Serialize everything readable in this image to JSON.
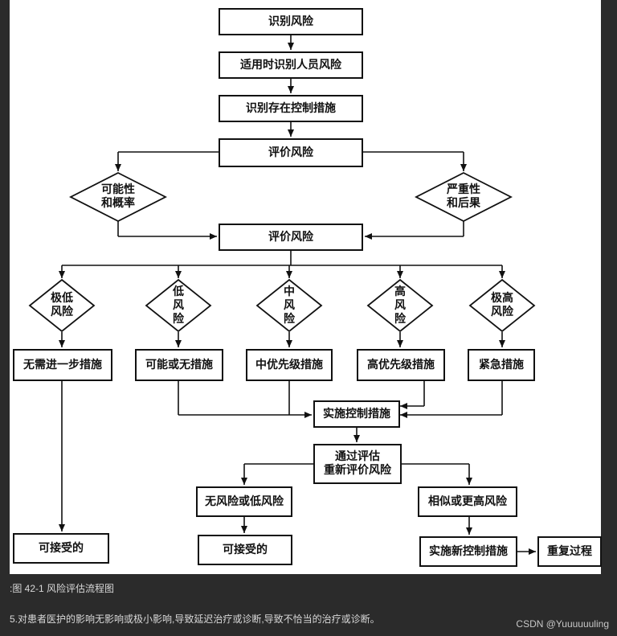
{
  "flowchart": {
    "boxes": {
      "identify_risk": "识别风险",
      "identify_personnel_risk": "适用时识别人员风险",
      "identify_controls": "识别存在控制措施",
      "evaluate_risk_1": "评价风险",
      "evaluate_risk_2": "评价风险",
      "no_further_action": "无需进一步措施",
      "possible_or_no_action": "可能或无措施",
      "medium_priority_action": "中优先级措施",
      "high_priority_action": "高优先级措施",
      "urgent_action": "紧急措施",
      "implement_controls": "实施控制措施",
      "reassess": "通过评估\n重新评价风险",
      "no_or_low_risk": "无风险或低风险",
      "similar_or_higher_risk": "相似或更高风险",
      "acceptable_1": "可接受的",
      "acceptable_2": "可接受的",
      "implement_new_controls": "实施新控制措施",
      "repeat_process": "重复过程"
    },
    "decisions": {
      "likelihood": "可能性\n和概率",
      "severity": "严重性\n和后果",
      "very_low_risk": "极低\n风险",
      "low_risk": "低\n风\n险",
      "medium_risk": "中\n风\n险",
      "high_risk": "高\n风\n险",
      "very_high_risk": "极高\n风险"
    }
  },
  "caption": ":图 42-1 风险评估流程图",
  "body_text": "5.对患者医护的影响无影响或极小影响,导致延迟治疗或诊断,导致不恰当的治疗或诊断。",
  "watermark": "CSDN @Yuuuuuuling"
}
